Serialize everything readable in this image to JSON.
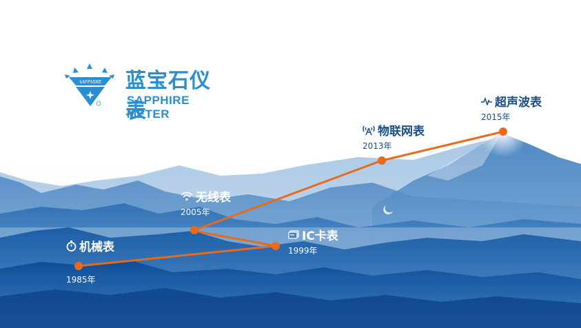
{
  "brand": {
    "name_cn": "蓝宝石仪表",
    "name_en": "SAPPHIRE METER",
    "badge_text": "SAPPHIRE",
    "color": "#2a8ed1"
  },
  "timeline": {
    "line_color": "#e86a1a",
    "milestones": [
      {
        "name": "机械表",
        "year": "1985年",
        "icon": "stopwatch-icon"
      },
      {
        "name": "IC卡表",
        "year": "1999年",
        "icon": "card-icon"
      },
      {
        "name": "无线表",
        "year": "2005年",
        "icon": "wifi-icon"
      },
      {
        "name": "物联网表",
        "year": "2013年",
        "icon": "antenna-icon"
      },
      {
        "name": "超声波表",
        "year": "2015年",
        "icon": "waveform-icon"
      }
    ]
  }
}
